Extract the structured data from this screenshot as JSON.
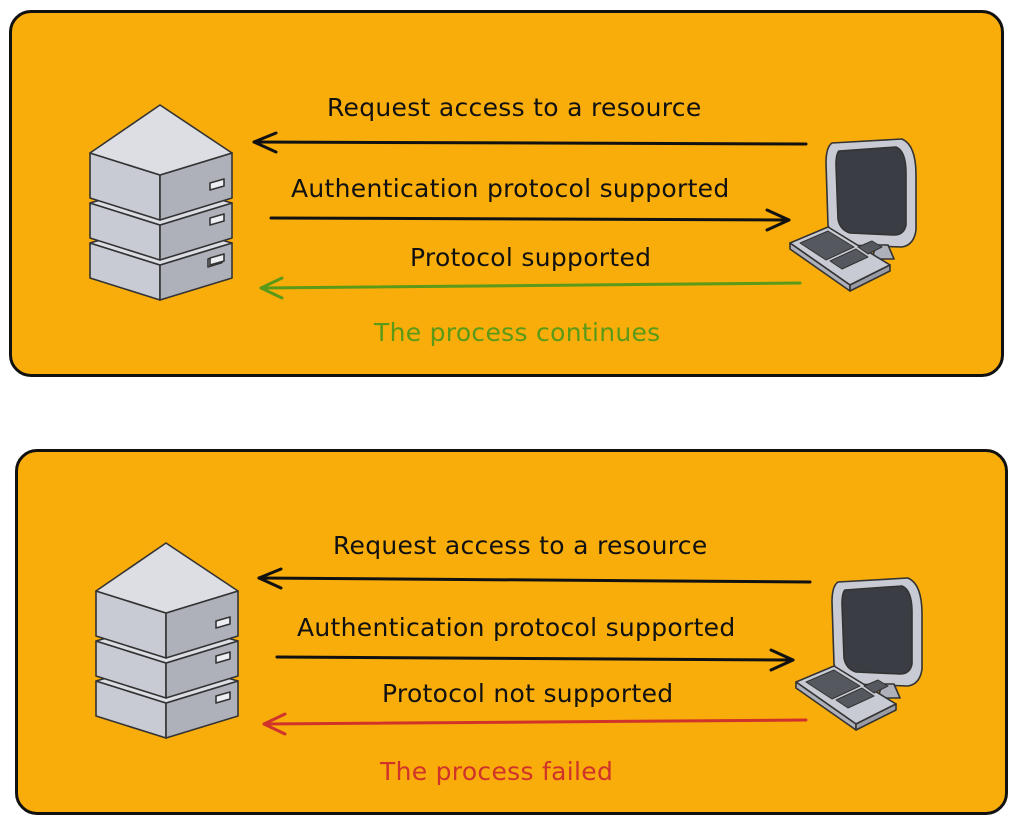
{
  "colors": {
    "panel_fill": "#f9ad0a",
    "outline": "#111111",
    "success": "#5a9a18",
    "failure": "#d0332a",
    "server_face": "#c8cbd3",
    "screen": "#3a3d44"
  },
  "icons": {
    "server": "server-stack-icon",
    "client": "desktop-computer-icon"
  },
  "scenarios": [
    {
      "messages": [
        {
          "text": "Request access to a resource",
          "direction": "to-server",
          "color": "#111111"
        },
        {
          "text": "Authentication protocol supported",
          "direction": "to-client",
          "color": "#111111"
        },
        {
          "text": "Protocol supported",
          "direction": "to-server",
          "color": "#5a9a18"
        }
      ],
      "outcome": "The process continues",
      "outcome_color": "#5a9a18"
    },
    {
      "messages": [
        {
          "text": "Request access to a resource",
          "direction": "to-server",
          "color": "#111111"
        },
        {
          "text": "Authentication protocol supported",
          "direction": "to-client",
          "color": "#111111"
        },
        {
          "text": "Protocol not supported",
          "direction": "to-server",
          "color": "#d0332a"
        }
      ],
      "outcome": "The process failed",
      "outcome_color": "#d0332a"
    }
  ]
}
